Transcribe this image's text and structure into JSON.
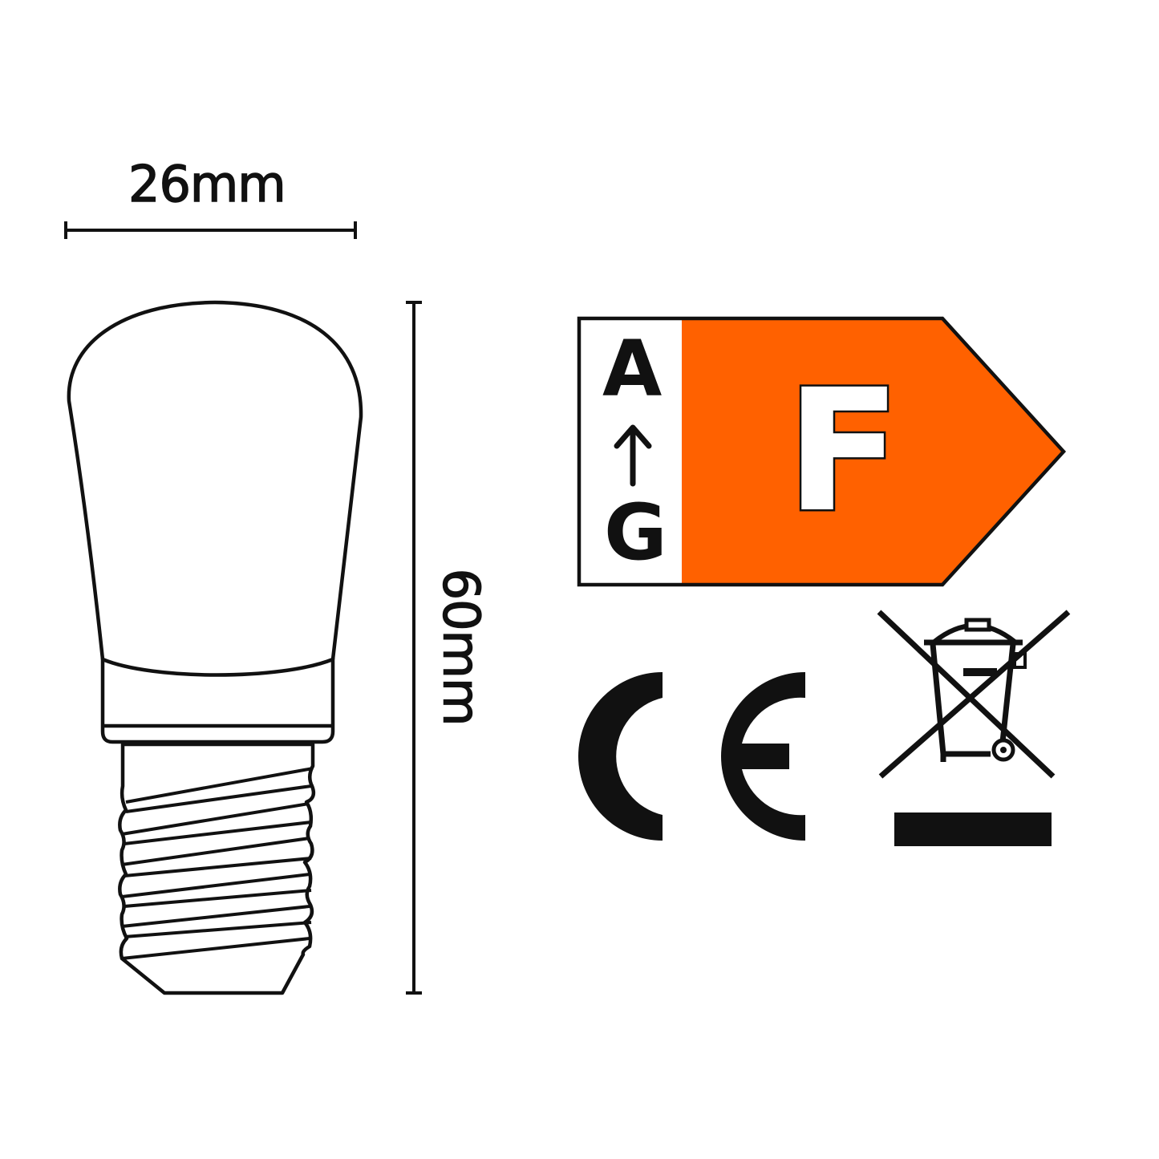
{
  "diagram": {
    "title": "",
    "product": {
      "shape": "pygmy-bulb",
      "base": "screw-thread"
    },
    "dimensions": {
      "width": {
        "label": "26mm"
      },
      "height": {
        "label": "60mm"
      }
    },
    "energy_label": {
      "scale_top": "A",
      "scale_bottom": "G",
      "rating": "F",
      "rating_color": "#FF6100",
      "outline_color": "#111111"
    },
    "marks": {
      "ce": "CE",
      "weee": "crossed-out-wheelie-bin"
    }
  }
}
